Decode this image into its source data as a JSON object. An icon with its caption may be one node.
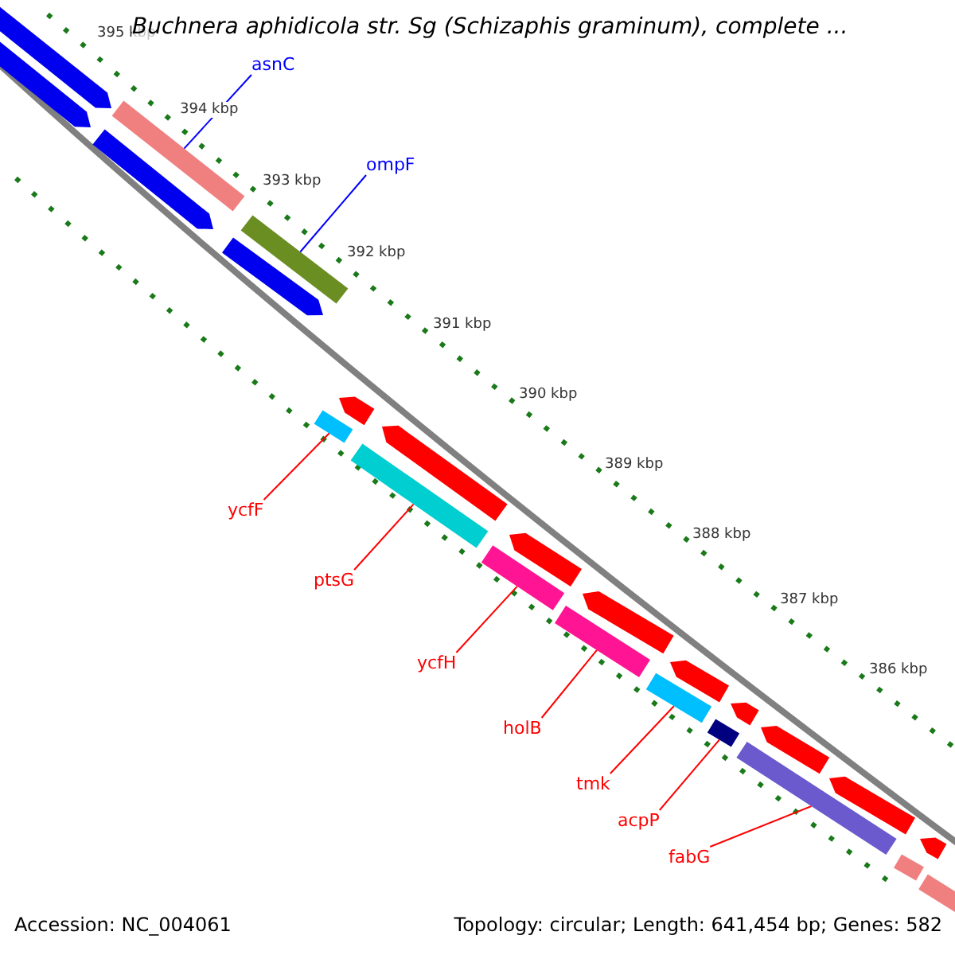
{
  "diagram": {
    "title": "Buchnera aphidicola str. Sg (Schizaphis graminum), complete ...",
    "nodes": [
      {
        "text": [],
        "shape": "arrow"
      },
      {
        "text": [],
        "shape": "arrow"
      },
      {
        "text": [],
        "shape": "bar"
      },
      {
        "text": [],
        "shape": "arrow"
      },
      {
        "text": [],
        "shape": "bar"
      },
      {
        "text": [],
        "shape": "arrow"
      },
      {
        "text": [],
        "shape": "arrow"
      },
      {
        "text": [],
        "shape": "bar"
      },
      {
        "text": [],
        "shape": "arrow"
      },
      {
        "text": [],
        "shape": "bar"
      },
      {
        "text": [],
        "shape": "arrow"
      },
      {
        "text": [],
        "shape": "bar"
      },
      {
        "text": [],
        "shape": "arrow"
      },
      {
        "text": [],
        "shape": "bar"
      },
      {
        "text": [],
        "shape": "arrow"
      },
      {
        "text": [],
        "shape": "bar"
      },
      {
        "text": [],
        "shape": "arrow"
      },
      {
        "text": [],
        "shape": "bar"
      },
      {
        "text": [],
        "shape": "arrow"
      },
      {
        "text": [],
        "shape": "bar"
      },
      {
        "text": [],
        "shape": "arrow"
      },
      {
        "text": [],
        "shape": "arrow"
      },
      {
        "text": [],
        "shape": "bar"
      },
      {
        "text": [],
        "shape": "bar"
      },
      {
        "text": [
          "asnC"
        ]
      },
      {
        "text": [
          "ompF"
        ]
      },
      {
        "text": [
          "ycfF"
        ]
      },
      {
        "text": [
          "ptsG"
        ]
      },
      {
        "text": [
          "ycfH"
        ]
      },
      {
        "text": [
          "holB"
        ]
      },
      {
        "text": [
          "tmk"
        ]
      },
      {
        "text": [
          "acpP"
        ]
      },
      {
        "text": [
          "fabG"
        ]
      }
    ],
    "edges": [
      {
        "from": 24,
        "to": 2,
        "arrow": "none",
        "color": "#0000ff"
      },
      {
        "from": 25,
        "to": 4,
        "arrow": "none",
        "color": "#0000ff"
      },
      {
        "from": 26,
        "to": 7,
        "arrow": "none"
      },
      {
        "from": 27,
        "to": 9,
        "arrow": "none"
      },
      {
        "from": 28,
        "to": 11,
        "arrow": "none"
      },
      {
        "from": 29,
        "to": 13,
        "arrow": "none"
      },
      {
        "from": 30,
        "to": 15,
        "arrow": "none"
      },
      {
        "from": 31,
        "to": 17,
        "arrow": "none"
      },
      {
        "from": 32,
        "to": 19,
        "arrow": "none"
      }
    ],
    "labels": [
      "395 kbp",
      "394 kbp",
      "393 kbp",
      "392 kbp",
      "391 kbp",
      "390 kbp",
      "389 kbp",
      "388 kbp",
      "387 kbp",
      "386 kbp",
      "Accession: NC_004061",
      "Topology: circular; Length: 641,454 bp; Genes: 582"
    ]
  }
}
